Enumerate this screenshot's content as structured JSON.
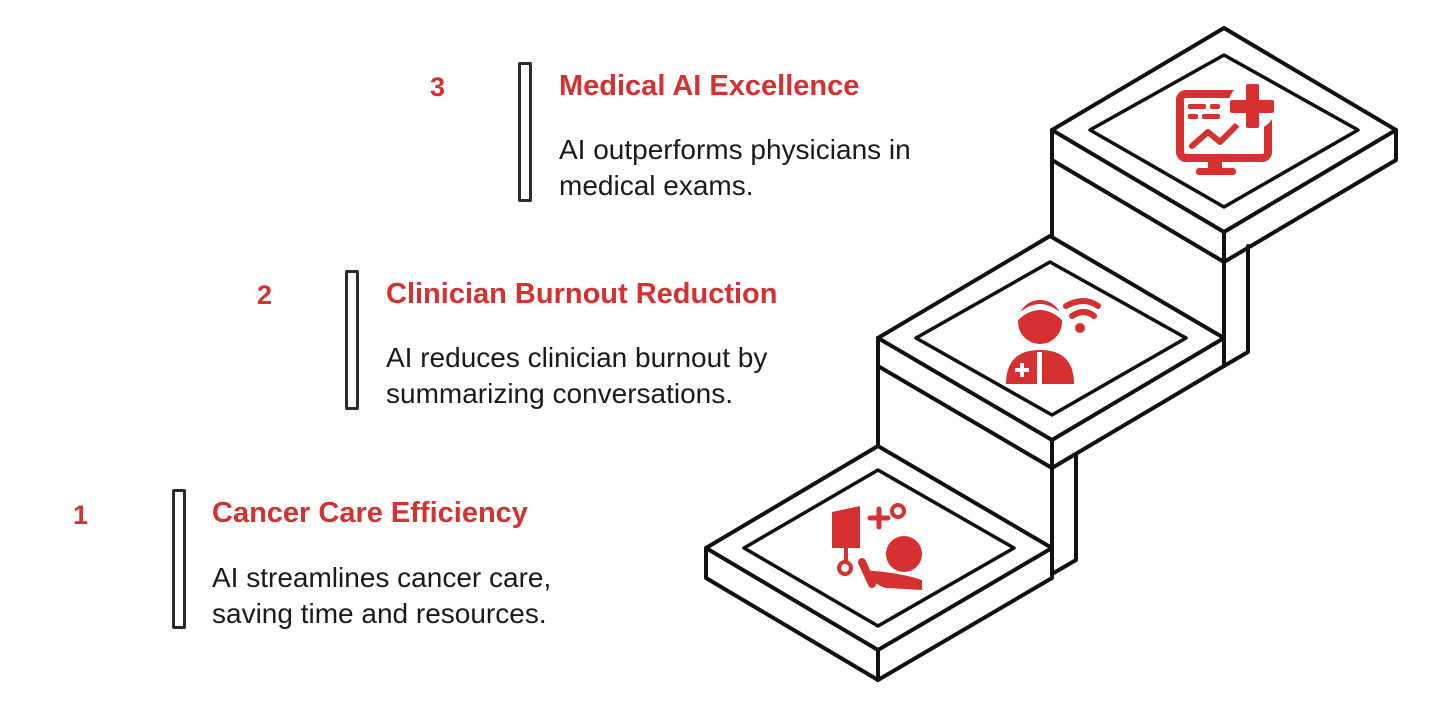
{
  "steps": [
    {
      "number": "3",
      "title": "Medical AI Excellence",
      "description_lines": [
        "AI outperforms physicians in",
        "medical exams."
      ],
      "icon": "monitor-chart-medical-cross-icon"
    },
    {
      "number": "2",
      "title": "Clinician Burnout Reduction",
      "description_lines": [
        "AI reduces clinician burnout by",
        "summarizing conversations."
      ],
      "icon": "clinician-wifi-icon"
    },
    {
      "number": "1",
      "title": "Cancer Care Efficiency",
      "description_lines": [
        "AI streamlines cancer care,",
        "saving time and resources."
      ],
      "icon": "patient-care-network-icon"
    }
  ],
  "colors": {
    "accent": "#d63031",
    "text": "#1a1a1a",
    "outline": "#111111",
    "background": "#ffffff"
  }
}
